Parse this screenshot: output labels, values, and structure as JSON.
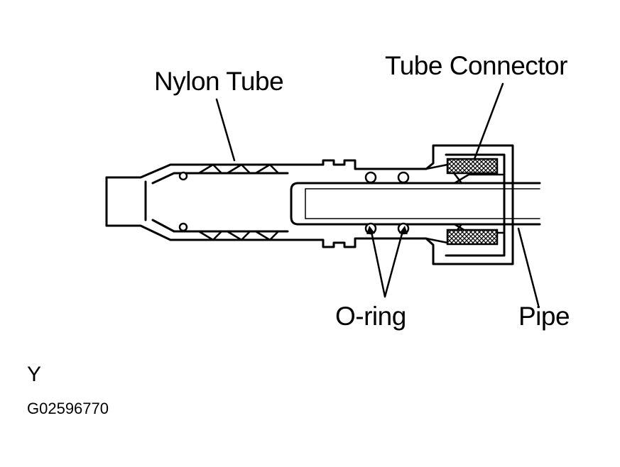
{
  "labels": {
    "nylon_tube": "Nylon Tube",
    "tube_connector": "Tube Connector",
    "o_ring": "O-ring",
    "pipe": "Pipe"
  },
  "footer": {
    "mark": "Y",
    "code": "G02596770"
  }
}
